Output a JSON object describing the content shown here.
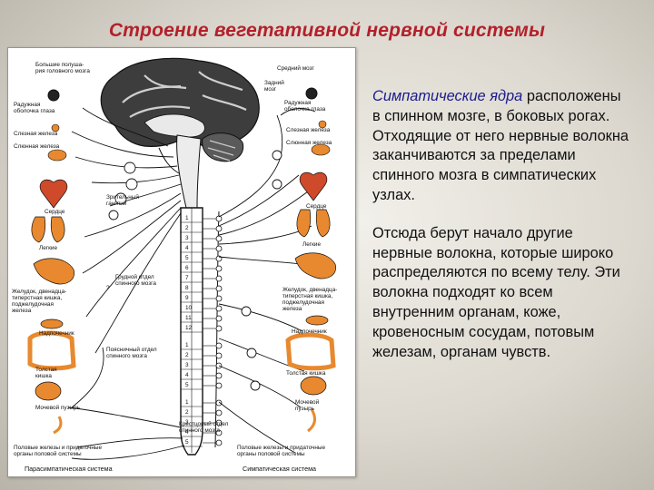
{
  "slide": {
    "title": "Строение вегетативной нервной системы"
  },
  "figure": {
    "left_labels": {
      "big_hemispheres": [
        "Большие полуша-",
        "рия головного мозга"
      ],
      "iris": [
        "Радужная",
        "оболочка глаза"
      ],
      "tear_gland": "Слезная железа",
      "salivary_gland": "Слюнная железа",
      "heart": "Сердце",
      "ciliary_ganglion": [
        "Зрительный",
        "ганглий"
      ],
      "lungs": "Легкие",
      "thoracic_spinal": [
        "Грудной отдел",
        "спинного мозга"
      ],
      "stomach": [
        "Желудок, двенадца-",
        "типерстная кишка,",
        "поджелудочная",
        "железа"
      ],
      "adrenal": "Надпочечник",
      "lumbar_spinal": [
        "Поясничный отдел",
        "спинного мозга"
      ],
      "colon": [
        "Толстая",
        "кишка"
      ],
      "bladder": "Мочевой пузырь",
      "sacral_spinal": [
        "Крестцовый отдел",
        "спинного мозга"
      ],
      "genitals": [
        "Половые железы и придаточные",
        "органы половой системы"
      ],
      "caption": "Парасимпатическая система"
    },
    "right_labels": {
      "midbrain": "Средний мозг",
      "hindbrain": [
        "Задний",
        "мозг"
      ],
      "iris": [
        "Радужная",
        "оболочка глаза"
      ],
      "tear_gland": "Слезная железа",
      "salivary_gland": "Слюнная железа",
      "heart": "Сердце",
      "lungs": "Легкие",
      "stomach": [
        "Желудок, двенадца-",
        "типерстная кишка,",
        "поджелудочная",
        "железа"
      ],
      "adrenal": "Надпочечник",
      "colon": "Толстая кишка",
      "bladder": [
        "Мочевой",
        "пузырь"
      ],
      "genitals": [
        "Половые железы и придаточные",
        "органы половой системы"
      ],
      "caption": "Симпатическая система"
    },
    "segment_numbers": [
      "1",
      "2",
      "3",
      "4",
      "5",
      "6",
      "7",
      "8",
      "9",
      "10",
      "11",
      "12",
      "1",
      "2",
      "3",
      "4",
      "5",
      "1",
      "2",
      "3",
      "4",
      "5"
    ],
    "marks": {
      "question": "?"
    }
  },
  "text": {
    "p1_highlight": "Симпатические ядра",
    "p1_rest": " расположены в спинном мозге, в боковых рогах. Отходящие от него нервные волокна заканчиваются за пределами спинного мозга в симпатических узлах.",
    "p2": "Отсюда берут начало другие нервные волокна, которые широко распределяются по всему телу. Эти волокна подходят ко всем внутренним органам, коже, кровеносным сосудам, потовым железам, органам чувств."
  },
  "colors": {
    "title": "#b3202a",
    "organ_orange": "#e8892f",
    "highlight_text": "#1a1a8c"
  }
}
